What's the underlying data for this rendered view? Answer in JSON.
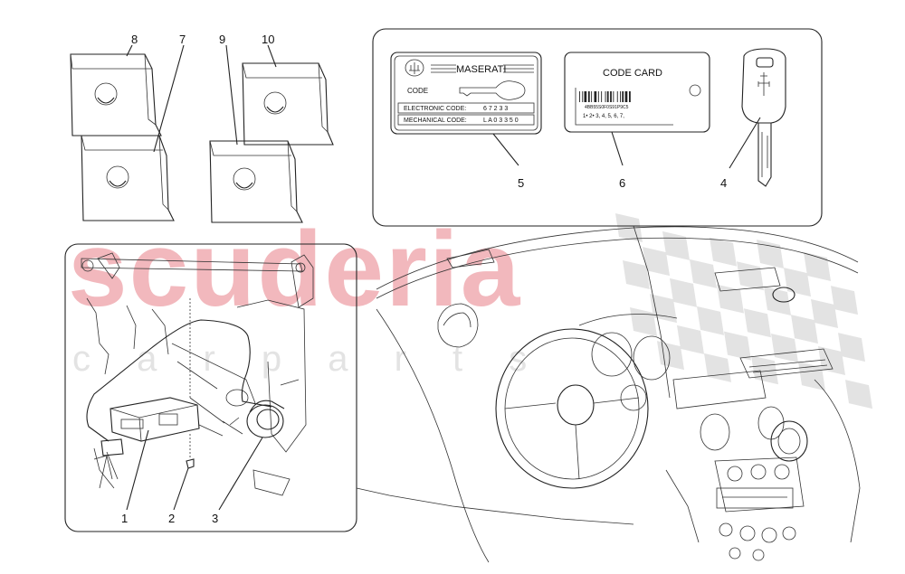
{
  "watermark": {
    "brand": "scuderia",
    "sub": "c a r p a r t s",
    "color": "#f2b8bd",
    "flag_color": "#e3e3e3"
  },
  "callouts": {
    "c1": "1",
    "c2": "2",
    "c3": "3",
    "c4": "4",
    "c5": "5",
    "c6": "6",
    "c7": "7",
    "c8": "8",
    "c9": "9",
    "c10": "10"
  },
  "label_card": {
    "brand": "MASERATI",
    "code_label": "CODE",
    "electronic_label": "ELECTRONIC CODE:",
    "electronic_value": "6 7 2 3 3",
    "mechanical_label": "MECHANICAL CODE:",
    "mechanical_value": "L A 0 3 3 5 0"
  },
  "code_card": {
    "title": "CODE CARD",
    "barcode_text": "4BB55S0F0S91P9C5",
    "digits": "1•  2•  3,  4,  5,  6,  7,"
  }
}
